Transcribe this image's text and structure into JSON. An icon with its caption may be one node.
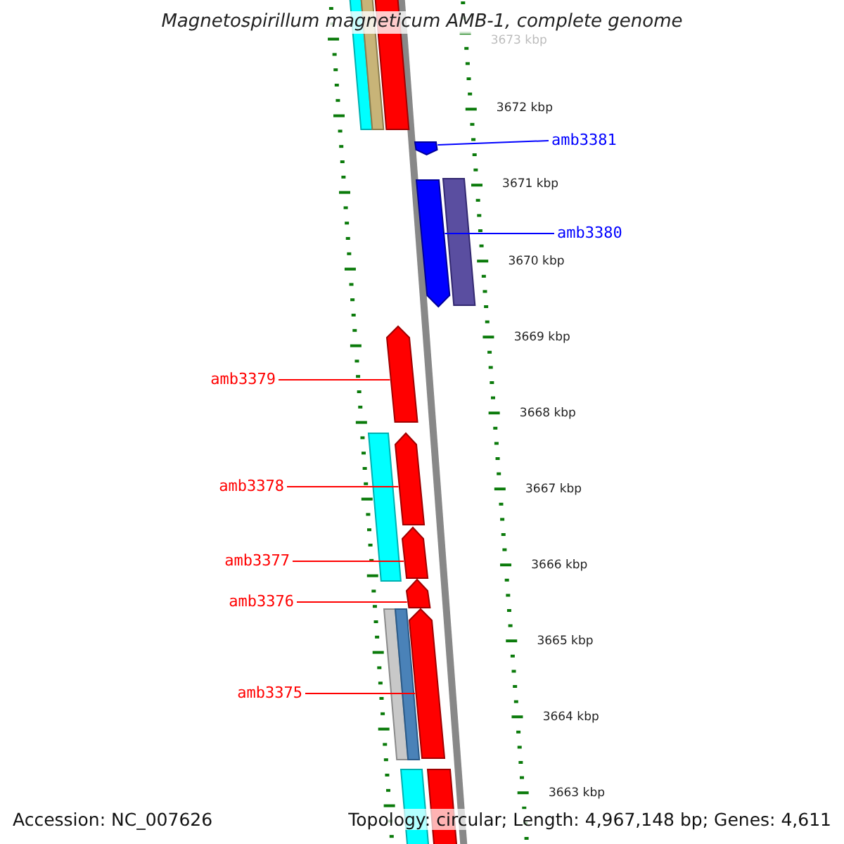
{
  "diagram": {
    "title": "Magnetospirillum magneticum AMB-1, complete genome",
    "nodes": [
      {
        "text": [],
        "shape": "bar"
      },
      {
        "text": [],
        "shape": "bar"
      },
      {
        "text": [],
        "shape": "bar"
      },
      {
        "text": [
          "amb3381"
        ]
      },
      {
        "text": [],
        "shape": "arrow"
      },
      {
        "text": [
          "amb3380"
        ]
      },
      {
        "text": [],
        "shape": "arrow"
      },
      {
        "text": [],
        "shape": "bar"
      },
      {
        "text": [
          "amb3379"
        ]
      },
      {
        "text": [],
        "shape": "arrow"
      },
      {
        "text": [
          "amb3378"
        ]
      },
      {
        "text": [],
        "shape": "bar"
      },
      {
        "text": [],
        "shape": "arrow"
      },
      {
        "text": [
          "amb3377"
        ]
      },
      {
        "text": [],
        "shape": "arrow"
      },
      {
        "text": [
          "amb3376"
        ]
      },
      {
        "text": [],
        "shape": "arrow"
      },
      {
        "text": [
          "amb3375"
        ]
      },
      {
        "text": [],
        "shape": "bar"
      },
      {
        "text": [],
        "shape": "bar"
      },
      {
        "text": [],
        "shape": "arrow"
      },
      {
        "text": [],
        "shape": "bar"
      },
      {
        "text": [],
        "shape": "bar"
      }
    ],
    "edges": [
      {
        "from": 3,
        "to": 4,
        "arrow": "none",
        "color": "#0000ff"
      },
      {
        "from": 5,
        "to": 6,
        "arrow": "none",
        "color": "#0000ff"
      },
      {
        "from": 8,
        "to": 9,
        "arrow": "none"
      },
      {
        "from": 10,
        "to": 12,
        "arrow": "none"
      },
      {
        "from": 13,
        "to": 14,
        "arrow": "none"
      },
      {
        "from": 15,
        "to": 16,
        "arrow": "none"
      },
      {
        "from": 17,
        "to": 20,
        "arrow": "none"
      }
    ],
    "labels": [
      "3673 kbp",
      "3672 kbp",
      "3671 kbp",
      "3670 kbp",
      "3669 kbp",
      "3668 kbp",
      "3667 kbp",
      "3666 kbp",
      "3665 kbp",
      "3664 kbp",
      "3663 kbp",
      "Accession: NC_007626",
      "Topology: circular; Length: 4,967,148 bp; Genes: 4,611"
    ]
  }
}
